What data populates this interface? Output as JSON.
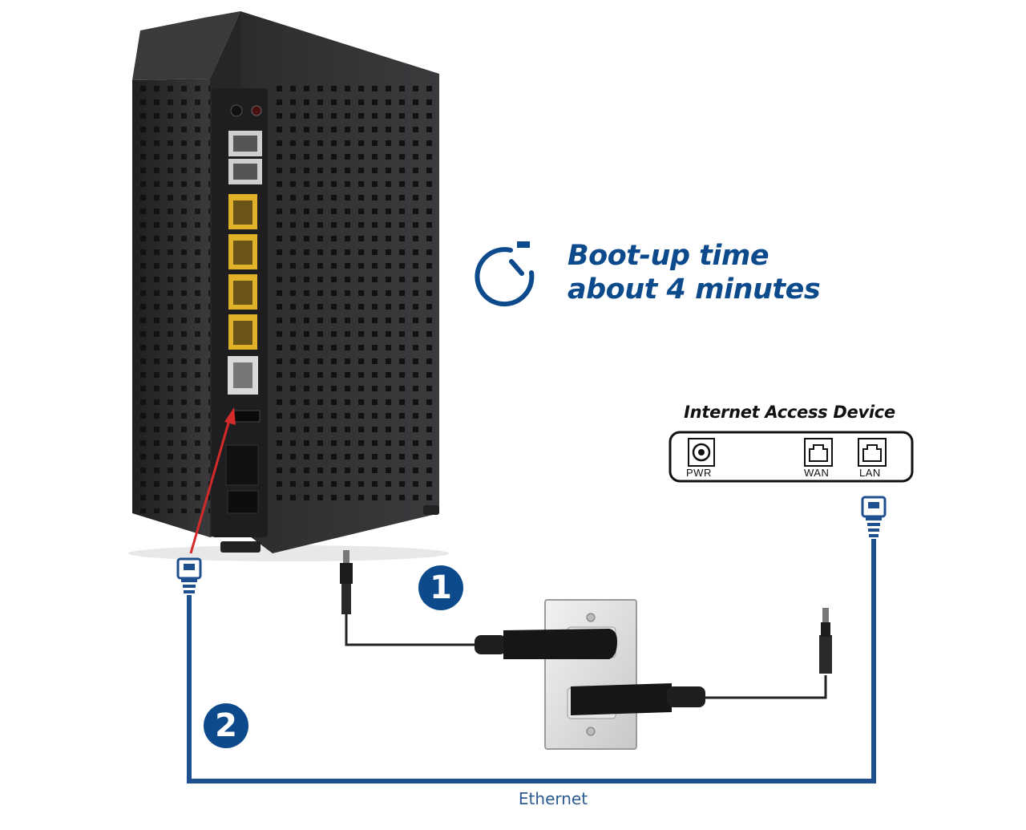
{
  "boot": {
    "line1": "Boot-up time",
    "line2": "about 4 minutes",
    "icon": "timer-icon"
  },
  "device": {
    "title": "Internet Access Device",
    "ports": {
      "pwr": "PWR",
      "wan": "WAN",
      "lan": "LAN"
    }
  },
  "steps": {
    "one": "1",
    "two": "2"
  },
  "cable_label": "Ethernet",
  "colors": {
    "brand_blue": "#0d4a8c",
    "cable_blue": "#1e4f8f",
    "router_body": "#2d2d2f",
    "ethernet_port_yellow": "#e0b22a",
    "arrow_red": "#d42a2a"
  }
}
